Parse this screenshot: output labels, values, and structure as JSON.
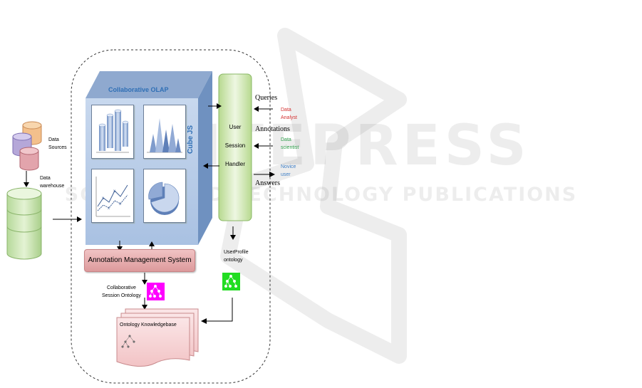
{
  "watermark": {
    "main": "SCITEPRESS",
    "sub": "SCIENCE AND TECHNOLOGY PUBLICATIONS"
  },
  "sources": {
    "data_sources": [
      "Data",
      "Sources"
    ],
    "data_warehouse": [
      "Data",
      "warehouse"
    ]
  },
  "olap": {
    "title": "Collaborative OLAP",
    "side_label": "Cube JS"
  },
  "handler": {
    "lines": [
      "User",
      "Session",
      "Handler"
    ]
  },
  "io": {
    "queries": "Queries",
    "annotations": "Annotations",
    "answers": "Answers"
  },
  "users": [
    {
      "lines": [
        "Data",
        "Analyst"
      ],
      "color": "#d32f2f"
    },
    {
      "lines": [
        "Data",
        "scientist"
      ],
      "color": "#2e9e4a"
    },
    {
      "lines": [
        "Novice",
        "user"
      ],
      "color": "#3f7fc6"
    }
  ],
  "ams": {
    "label": "Annotation Management System"
  },
  "ontologies": {
    "userprofile": [
      "UserProfile",
      "ontology"
    ],
    "collaborative": [
      "Collaborative",
      "Session Ontology"
    ],
    "knowledgebase": "Ontology Knowledgebase"
  },
  "colors": {
    "cube_front": "#b9cde6",
    "cube_top": "#8fa9cf",
    "cube_side": "#6f91c0",
    "handler_fill": "#d9ecbf",
    "ams_fill": "#e8a9ab",
    "magenta_box": "#ff00ff",
    "green_box": "#22dd22",
    "olap_title": "#2f6fb5"
  }
}
